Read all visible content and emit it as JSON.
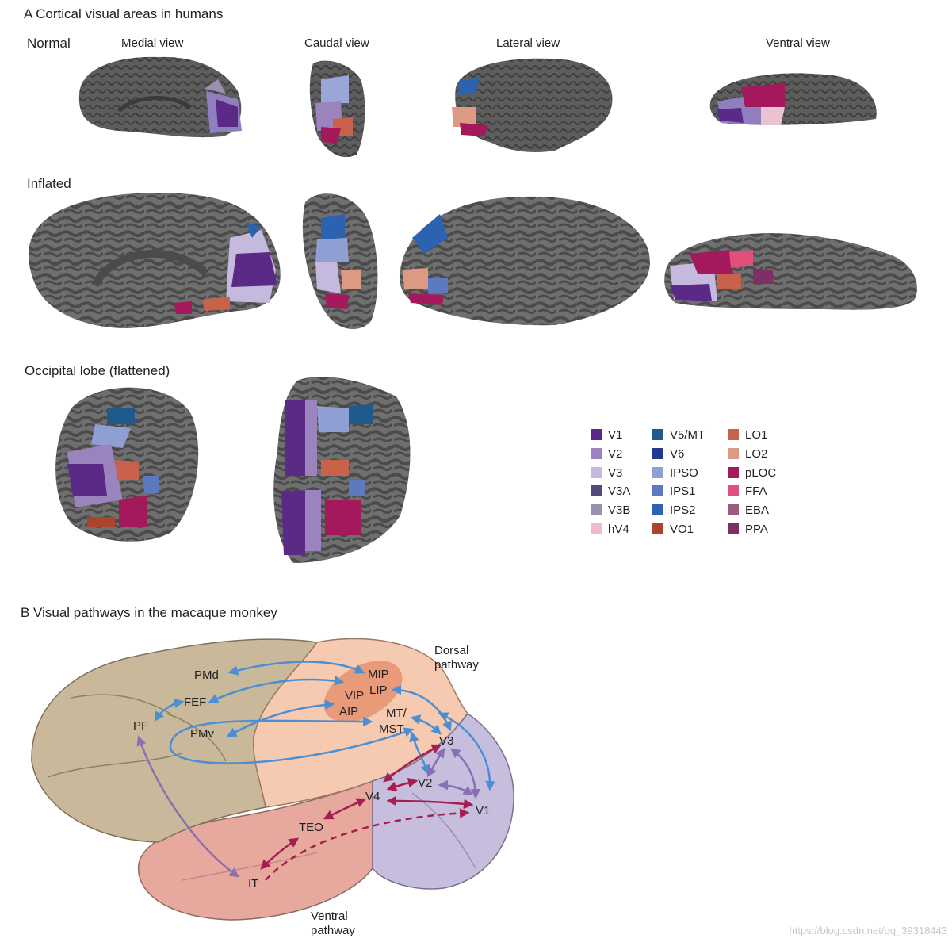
{
  "panel_a": {
    "title": "A  Cortical visual areas in humans",
    "rows": {
      "normal": "Normal",
      "inflated": "Inflated",
      "flattened": "Occipital lobe (flattened)"
    },
    "views": {
      "medial": "Medial view",
      "caudal": "Caudal view",
      "lateral": "Lateral view",
      "ventral": "Ventral view"
    },
    "legend": [
      {
        "label": "V1",
        "color": "#5b2a86"
      },
      {
        "label": "V2",
        "color": "#9b84bd"
      },
      {
        "label": "V3",
        "color": "#c6b9de"
      },
      {
        "label": "V3A",
        "color": "#524a78"
      },
      {
        "label": "V3B",
        "color": "#9b8fae"
      },
      {
        "label": "hV4",
        "color": "#edbcc8"
      },
      {
        "label": "V5/MT",
        "color": "#1f5a8c"
      },
      {
        "label": "V6",
        "color": "#23398e"
      },
      {
        "label": "IPSO",
        "color": "#8f9fd3"
      },
      {
        "label": "IPS1",
        "color": "#5d7ac0"
      },
      {
        "label": "IPS2",
        "color": "#2b63b0"
      },
      {
        "label": "VO1",
        "color": "#a8452c"
      },
      {
        "label": "LO1",
        "color": "#c9624a"
      },
      {
        "label": "LO2",
        "color": "#dd9a82"
      },
      {
        "label": "pLOC",
        "color": "#a3195b"
      },
      {
        "label": "FFA",
        "color": "#e0507a"
      },
      {
        "label": "EBA",
        "color": "#9b5c7e"
      },
      {
        "label": "PPA",
        "color": "#7e2f65"
      }
    ]
  },
  "panel_b": {
    "title": "B  Visual pathways in the macaque monkey",
    "areas": {
      "pmd": "PMd",
      "fef": "FEF",
      "pf": "PF",
      "pmv": "PMv",
      "mip": "MIP",
      "lip": "LIP",
      "vip": "VIP",
      "aip": "AIP",
      "mt": "MT/",
      "mst": "MST",
      "v3": "V3",
      "v2": "V2",
      "v4": "V4",
      "v1": "V1",
      "teo": "TEO",
      "it": "IT"
    },
    "pathways": {
      "dorsal_1": "Dorsal",
      "dorsal_2": "pathway",
      "ventral_1": "Ventral",
      "ventral_2": "pathway"
    },
    "colors": {
      "dorsal_arrow": "#4a8fd3",
      "ventral_arrow": "#a51e4f",
      "pf_arrow": "#8a6fb3",
      "frontal": "#c9b99a",
      "parietal": "#f6c9b1",
      "occipital": "#c7bddc",
      "temporal": "#e7a89e"
    }
  },
  "watermark": "https://blog.csdn.net/qq_39318443"
}
